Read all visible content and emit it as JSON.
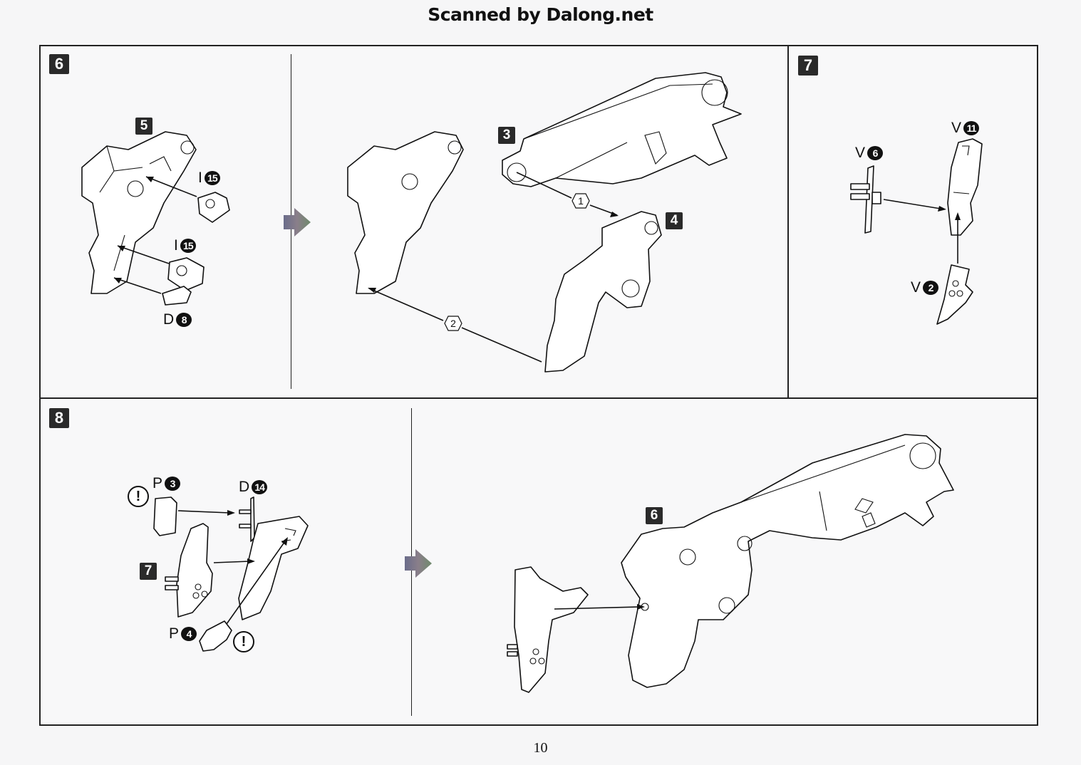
{
  "header": {
    "watermark": "Scanned by Dalong.net"
  },
  "steps": {
    "step6": {
      "number": "6",
      "subassembly_ref": "5",
      "parts": [
        {
          "letter": "I",
          "num": "15"
        },
        {
          "letter": "I",
          "num": "15"
        },
        {
          "letter": "D",
          "num": "8"
        }
      ],
      "result_refs": [
        "3",
        "4"
      ],
      "callouts": [
        "1",
        "2"
      ]
    },
    "step7": {
      "number": "7",
      "parts": [
        {
          "letter": "V",
          "num": "11"
        },
        {
          "letter": "V",
          "num": "6"
        },
        {
          "letter": "V",
          "num": "2"
        }
      ]
    },
    "step8": {
      "number": "8",
      "subassembly_ref": "7",
      "parts": [
        {
          "letter": "P",
          "num": "3"
        },
        {
          "letter": "D",
          "num": "14"
        },
        {
          "letter": "P",
          "num": "4"
        }
      ],
      "warning_symbol": "!",
      "result_ref": "6"
    }
  },
  "colors": {
    "badge_bg": "#2a2a2a",
    "line": "#222222",
    "page_bg": "#f6f6f7"
  },
  "footer": {
    "page_number": "10"
  }
}
